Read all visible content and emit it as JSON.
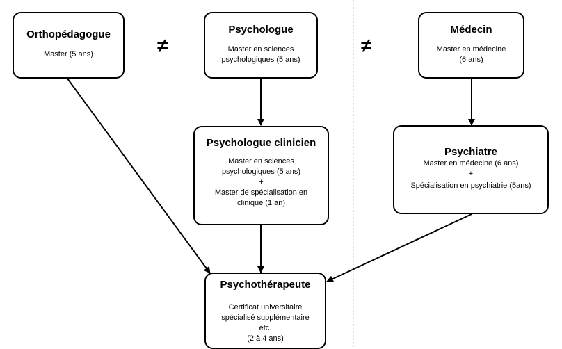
{
  "nodes": {
    "orthopedagogue": {
      "title": "Orthopédagogue",
      "lines": [
        "Master (5 ans)"
      ]
    },
    "psychologue": {
      "title": "Psychologue",
      "lines": [
        "Master en sciences",
        "psychologiques (5 ans)"
      ]
    },
    "medecin": {
      "title": "Médecin",
      "lines": [
        "Master  en médecine",
        "(6 ans)"
      ]
    },
    "psychologue_clinicien": {
      "title": "Psychologue clinicien",
      "lines": [
        "Master en sciences",
        "psychologiques (5 ans)",
        "+",
        "Master de spécialisation en",
        "clinique (1 an)"
      ]
    },
    "psychiatre": {
      "title": "Psychiatre",
      "lines": [
        "Master  en médecine (6 ans)",
        "+",
        "Spécialisation en psychiatrie (5ans)"
      ]
    },
    "psychotherapeute": {
      "title": "Psychothérapeute",
      "lines": [
        "Certificat universitaire",
        "spécialisé supplémentaire",
        "etc.",
        "(2 à 4 ans)"
      ]
    }
  },
  "separators": [
    "≠",
    "≠"
  ],
  "edges": [
    {
      "from": "psychologue",
      "to": "psychologue_clinicien"
    },
    {
      "from": "medecin",
      "to": "psychiatre"
    },
    {
      "from": "orthopedagogue",
      "to": "psychotherapeute"
    },
    {
      "from": "psychologue_clinicien",
      "to": "psychotherapeute"
    },
    {
      "from": "psychiatre",
      "to": "psychotherapeute"
    }
  ]
}
